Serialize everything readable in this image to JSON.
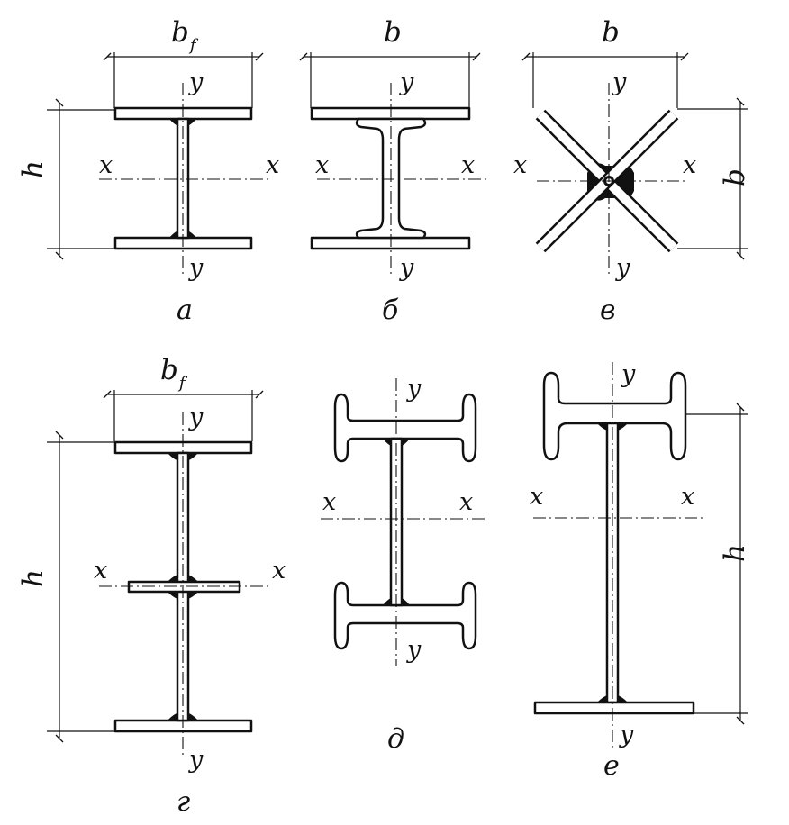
{
  "axis_labels": {
    "x": "x",
    "y": "y"
  },
  "dimensions": {
    "bf": "b",
    "bf_sub": "f",
    "b": "b",
    "h": "h"
  },
  "captions": {
    "a": "а",
    "b": "б",
    "v": "в",
    "g": "г",
    "d": "д",
    "e": "е"
  }
}
